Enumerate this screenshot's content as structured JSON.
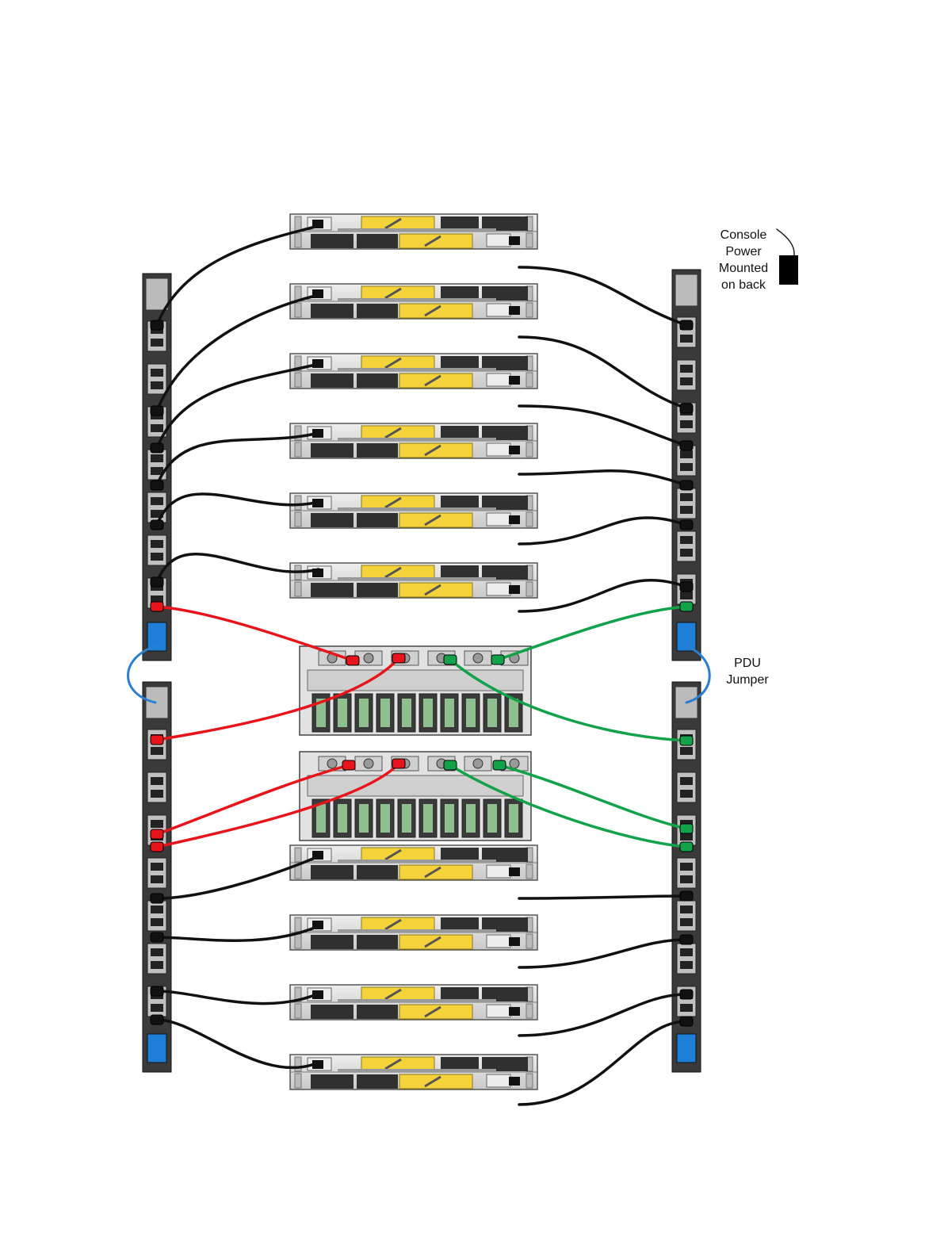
{
  "annotations": {
    "console_power": [
      "Console",
      "Power",
      "Mounted",
      "on back"
    ],
    "pdu_jumper": [
      "PDU",
      "Jumper"
    ]
  },
  "colors": {
    "power_cable": "#111111",
    "cable_left_red": "#e8141b",
    "cable_right_green": "#12a34a",
    "pdu_jumper": "#2b7fd0",
    "pdu_body": "#3a3a3a",
    "server_chassis": "#dcdcdc",
    "server_latch": "#f3d23a"
  },
  "legend_icons": [
    "server-chassis-icon",
    "pdu-strip-icon",
    "power-inlet-icon",
    "power-cable-icon"
  ]
}
